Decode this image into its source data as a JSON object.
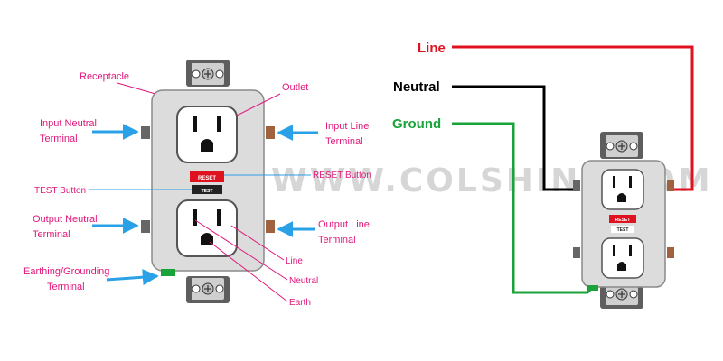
{
  "watermark": "WWW.COLSHINE.COM",
  "left_diagram": {
    "labels": {
      "receptacle": "Receptacle",
      "outlet": "Outlet",
      "input_neutral": [
        "Input Neutral",
        "Terminal"
      ],
      "input_line": [
        "Input Line",
        "Terminal"
      ],
      "test_button": "TEST Button",
      "reset_button": "RESET Button",
      "output_neutral": [
        "Output Neutral",
        "Terminal"
      ],
      "output_line": [
        "Output Line",
        "Terminal"
      ],
      "earthing": [
        "Earthing/Grounding",
        "Terminal"
      ],
      "line": "Line",
      "neutral": "Neutral",
      "earth": "Earth"
    },
    "device_buttons": {
      "reset": "RESET",
      "test": "TEST"
    }
  },
  "right_diagram": {
    "wires": [
      {
        "name": "Line",
        "color": "#e0121f"
      },
      {
        "name": "Neutral",
        "color": "#000000"
      },
      {
        "name": "Ground",
        "color": "#1aa33a"
      }
    ],
    "device_buttons": {
      "reset": "RESET",
      "test": "TEST"
    }
  },
  "colors": {
    "label_magenta": "#e0177a",
    "arrow_blue": "#2aa0e6",
    "device_gray": "#dcdcdc",
    "button_red": "#e0121f"
  }
}
